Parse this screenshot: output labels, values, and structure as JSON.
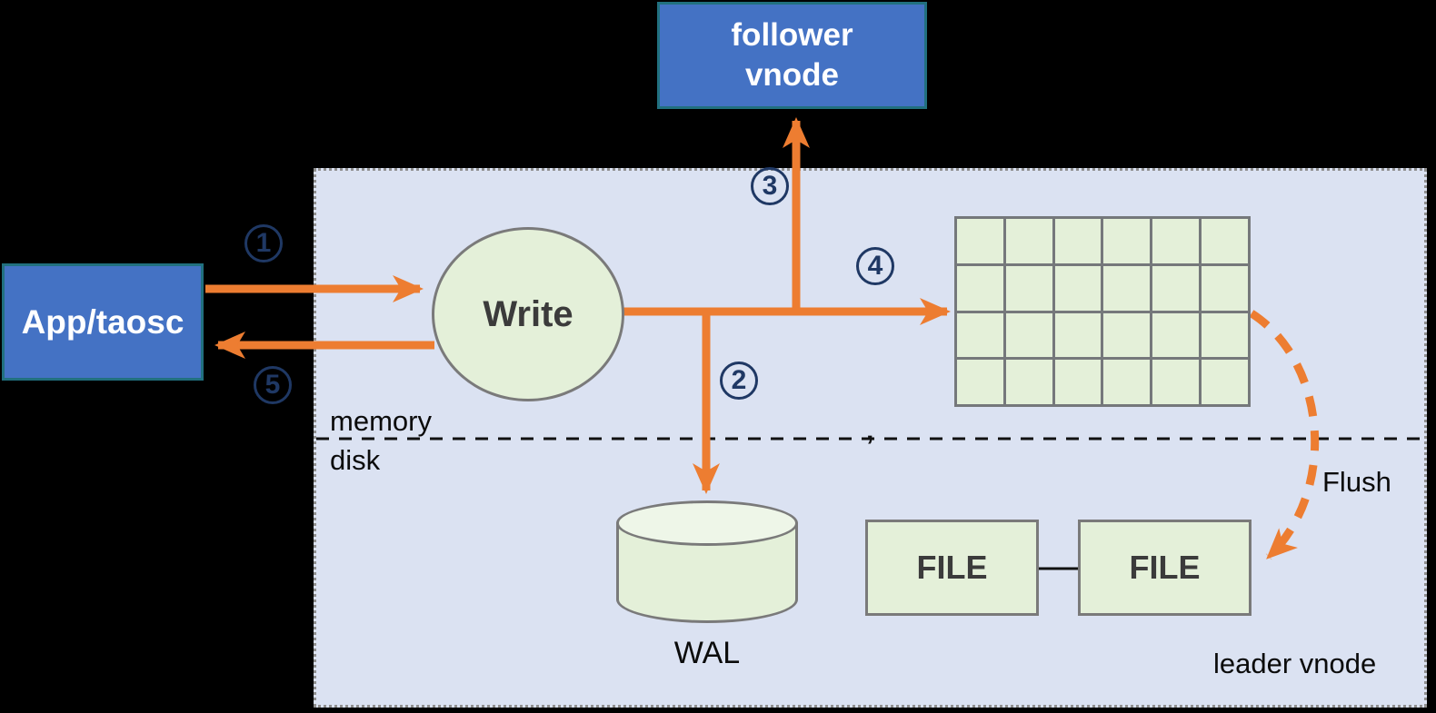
{
  "colors": {
    "background": "#000000",
    "leader_region_fill": "#dbe2f2",
    "node_blue_fill": "#4472c4",
    "node_blue_border": "#21707f",
    "green_fill": "#e4f0d9",
    "gray_border": "#7a7a7a",
    "arrow_orange": "#ed7d31",
    "step_navy": "#1f3864"
  },
  "app_box": {
    "label": "App/taosc"
  },
  "follower_box": {
    "label": "follower\nvnode"
  },
  "leader_vnode": {
    "write_node": {
      "label": "Write"
    },
    "mem_table": {
      "rows": 4,
      "cols": 6
    },
    "wal": {
      "label": "WAL"
    },
    "files": [
      {
        "label": "FILE"
      },
      {
        "label": "FILE"
      }
    ],
    "flush": {
      "label": "Flush"
    },
    "region_labels": {
      "memory": "memory",
      "disk": "disk",
      "leader": "leader vnode"
    }
  },
  "steps": [
    "1",
    "2",
    "3",
    "4",
    "5"
  ],
  "artifacts": {
    "stray_comma": ","
  }
}
